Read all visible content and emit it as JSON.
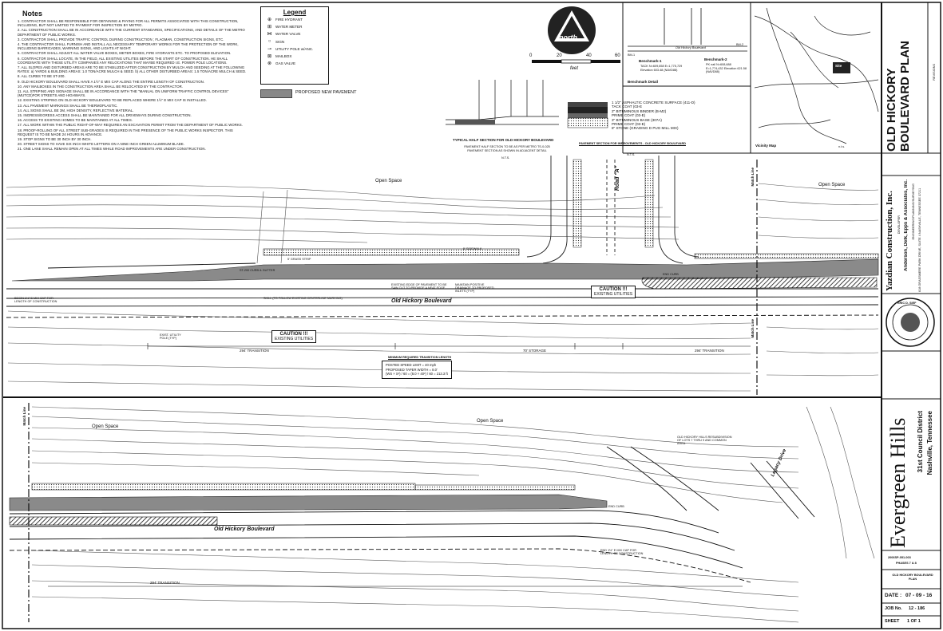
{
  "notes": {
    "title": "Notes",
    "items": [
      "1. CONTRACTOR SHALL BE RESPONSIBLE FOR OBTAINING & PAYING FOR ALL PERMITS ASSOCIATED WITH THIS CONSTRUCTION, INCLUDING, BUT NOT LIMITED TO PAYMENT FOR INSPECTION BY METRO.",
      "2. ALL CONSTRUCTION SHALL BE IN ACCORDANCE WITH THE CURRENT STANDARDS, SPECIFICATIONS, AND DETAILS OF THE METRO DEPARTMENT OF PUBLIC WORKS.",
      "3. CONTRACTOR SHALL PROVIDE TRAFFIC CONTROL DURING CONSTRUCTION ; FLAGMAN, CONSTRUCTION SIGNS, ETC.",
      "4. THE CONTRACTOR SHALL FURNISH AND INSTALL ALL NECESSARY TEMPORARY WORKS FOR THE PROTECTION OF THE WORK, INCLUDING BARRICADES, WARNING SIGNS, AND LIGHTS AT NIGHT.",
      "5. CONTRACTOR SHALL ADJUST ALL WATER VALVE BOXES, METER BOXES, FIRE HYDRANTS ETC. TO PROPOSED ELEVATION.",
      "6. CONTRACTOR SHALL LOCATE, IN THE FIELD, ALL EXISTING UTILITES BEFORE THE START OF CONSTRUCTION. HE SHALL COORDINATE WITH THESE UTILITY COMPANIES ANY RELOCATIONS THAT MAYBE REQUIRED I.E. POWER POLE LOCATIONS.",
      "7. ALL SLOPES AND DISTURBED AREAS ARE TO BE STABILIZED AFTER CONSTRUCTION BY MULCH AND SEEDING AT THE FOLLOWING RATES: a) YARDS & BUILDING AREAS: 1.0 TON/ACRE MULCH & SEED. b) ALL OTHER DISTURBED AREAS: 1.5 TON/ACRE MULCH & SEED.",
      "8. ALL CURBS TO BE ST-200.",
      "9. OLD HICKORY BOULEVARD SHALL HAVE A 1½\" E MIX CAP ALONG THE ENTIRE LENGTH OF CONSTRUCTION.",
      "10. ANY MAILBOXES IN THE CONSTRUCTION AREA SHALL BE RELOCATED BY THE CONTRACTOR.",
      "11. ALL STRIPING AND SIGNAGE SHALL BE IN ACCORDANCE WITH THE \"MANUAL ON UNIFORM TRAFFIC CONTROL DEVICES\" (MUTCD)FOR STREETS AND HIGHWAYS.",
      "12. EXISTING STRIPING ON OLD HICKORY BOULEVARD TO BE REPLACED WHERE 1½\" E MIX CAP IS INSTALLED.",
      "13. ALL PAVEMENT MARKINGS SHALL BE THERMOPLASTIC.",
      "14. ALL SIGNS SHALL BE 3M, HIGH DENSITY, REFLECTIVE MATERIAL.",
      "15. INGRESS/EGRESS ACCESS SHALL BE MAINTAINED FOR ALL DRIVEWAYS DURING CONSTRUCTION.",
      "16. ACCESS TO EXISTING HOMES TO BE MAINTAINED AT ALL TIMES.",
      "17. ALL WORK WITHIN THE PUBLIC RIGHT-OF-WAY REQUIRES AN EXCAVATION PERMIT FROM THE DEPARTMENT OF PUBLIC WORKS.",
      "18. PROOF-ROLLING OF ALL STREET SUB-GRADES IS REQUIRED IN THE PRESENCE OF THE PUBLIC WORKS INSPECTOR. THIS REQUEST IS TO BE MADE 24 HOURS IN ADVANCE.",
      "19. STOP SIGNS TO BE 30 INCH BY 30 INCH.",
      "20. STREET SIGNS TO HAVE SIX INCH WHITE LETTERS ON A NINE INCH GREEN ALUMINUM BLADE.",
      "21. ONE LANE SHALL REMAIN OPEN AT ALL TIMES WHILE ROAD IMPROVEMENTS ARE UNDER CONSTRUCTION."
    ]
  },
  "legend": {
    "title": "Legend",
    "items": [
      {
        "icon": "fire-hydrant-icon",
        "glyph": "⊕",
        "label": "FIRE HYDRANT"
      },
      {
        "icon": "water-meter-icon",
        "glyph": "⊞",
        "label": "WATER METER"
      },
      {
        "icon": "water-valve-icon",
        "glyph": "⋈",
        "label": "WATER VALVE"
      },
      {
        "icon": "sign-icon",
        "glyph": "○",
        "label": "SIGN"
      },
      {
        "icon": "utility-pole-icon",
        "glyph": "⊸",
        "label": "UTILITY POLE w/ANC."
      },
      {
        "icon": "mailbox-icon",
        "glyph": "⊠",
        "label": "MAILBOX"
      },
      {
        "icon": "gas-valve-icon",
        "glyph": "⊗",
        "label": "GAS VALVE"
      }
    ],
    "pavement_label": "PROPOSED NEW PAVEMENT"
  },
  "north": {
    "label": "north"
  },
  "scale": {
    "ticks": [
      "0",
      "20",
      "40",
      "60"
    ],
    "unit": "feet"
  },
  "section": {
    "title": "TYPICAL HALF SECTION FOR OLD HICKORY BOULEVARD",
    "note": "PAVEMENT HALF SECTION TO BE AS PER METRO TS-0-025 PAVEMENT SECTION AS SHOWN IN ADJACENT DETAIL",
    "nts": "N.T.S."
  },
  "pavement": {
    "layers": [
      "1 1/2\" ASPHALTIC CONCRETE SURFACE (411-D)",
      "TACK COAT (03-E",
      "2\" BITUMINOUS BINDER (B-M2)",
      "PRIME COAT (03-E)",
      "3\" BITUMINOUS BASE (307A)",
      "PRIME COAT (03-E)",
      "8\" STONE (GRADING D PUG MILL MIX)"
    ],
    "title": "PAVEMENT SECTION FOR IMPROVEMENTS - OLD HICKORY BOULEVARD",
    "nts": "N.T.S."
  },
  "benchmark": {
    "title": "Benchmark Detail",
    "road": "Old Hickory Boulevard",
    "bm1": "BM-1",
    "bm2": "BM-2",
    "b1_title": "Benchmark-1",
    "b1_text": "TACK N=609,658 E=1,775,729 Elevation 603.48 (NAVD88)",
    "b2_title": "Benchmark-2",
    "b2_text": "PK nail N=608,688 E=1,774,432 Elevation 621.58 (NAVD88)"
  },
  "vicinity": {
    "title": "Vicinity Map",
    "scale": "n.t.s.",
    "site": "Site"
  },
  "title_block": {
    "plan_title": "OLD HICKORY BOULEVARD PLAN",
    "revisions": "REVISIONS",
    "developer": "Yazdian Construction, Inc.",
    "developer_role": "DEVELOPER",
    "engineer": "Anderson, Delk, Epps & Associates, Inc.",
    "engineer_sub": "ENGINEERING/PLANNING/SURVEYING",
    "engineer_addr": "618 GRASSMERE PARK DRIVE, SUITE 4 NASHVILLE, TENNESSEE 37211",
    "seal": "ERIC D. SIEF",
    "project": "Evergreen Hills",
    "district": "31st Council District",
    "city": "Nashville, Tennessee",
    "case_no": "2006SP-051-003",
    "phases": "PHASES 7 & 8",
    "sheet_title": "OLD HICKORY BOULEVARD PLAN",
    "date_label": "DATE :",
    "date": "07 - 09 - 16",
    "job_label": "JOB No.",
    "job": "12 - 186",
    "sheet_label": "SHEET",
    "sheet": "1 OF 1"
  },
  "plan_top": {
    "open_space_left": "Open Space",
    "open_space_right": "Open Space",
    "road": "Old Hickory Boulevard",
    "side_road": "Road \"A\"",
    "match_line": "Match Line",
    "caution_title": "CAUTION !!!",
    "caution_text": "EXISTING UTILITIES",
    "transition_left": "294' TRANSITION",
    "storage": "70' STORAGE",
    "transition_right": "294' TRANSITION",
    "calc_title": "MINIMUM REQUIRED TRANSITION LENGTH",
    "calc_1": "POSTED SPEED LIMIT = 40 mph",
    "calc_2": "PROPOSED TAPER WIDTH = 8.0'",
    "calc_3": "(WS × S²) / 60 = (8.0 × 40²) / 60 = 213.3 ft",
    "curb": "ST-200 CURB & GUTTER",
    "grass_strip": "5' GRASS STRIP",
    "sidewalk": "5' SIDEWALK",
    "cap_note": "BEGIN 1½\" E MIX CAP FOR LENGTH OF CONSTRUCTION",
    "edge_note": "EXISTING EDGE OF PAVEMENT TO BE SAW CUT TO PROVIDE A NEAT EDGE",
    "inlet_note": "MAINTAIN POSITIVE DRAINAGE TO PROPOSED INLETS (TYP)",
    "end_curb": "END CURB",
    "skill": "SKILL (TO FOLLOW EXISTING CENTERLINE MARKING)",
    "exist_util": "EXIST. UTILITY POLE (TYP)"
  },
  "plan_bottom": {
    "open_space_left": "Open Space",
    "open_space_right": "Open Space",
    "road": "Old Hickory Boulevard",
    "side_road": "Legacy Drive",
    "match_line": "Match Line",
    "transition": "294' TRANSITION",
    "subdivision": "OLD HICKORY HILLS RESUBDIVISION OF LOTS 7 THRU 9 AND COMMON AREA",
    "end_cap_note": "END 1½\" E MIX CAP FOR LENGTH OF CONSTRUCTION",
    "end_curb": "END CURB"
  }
}
